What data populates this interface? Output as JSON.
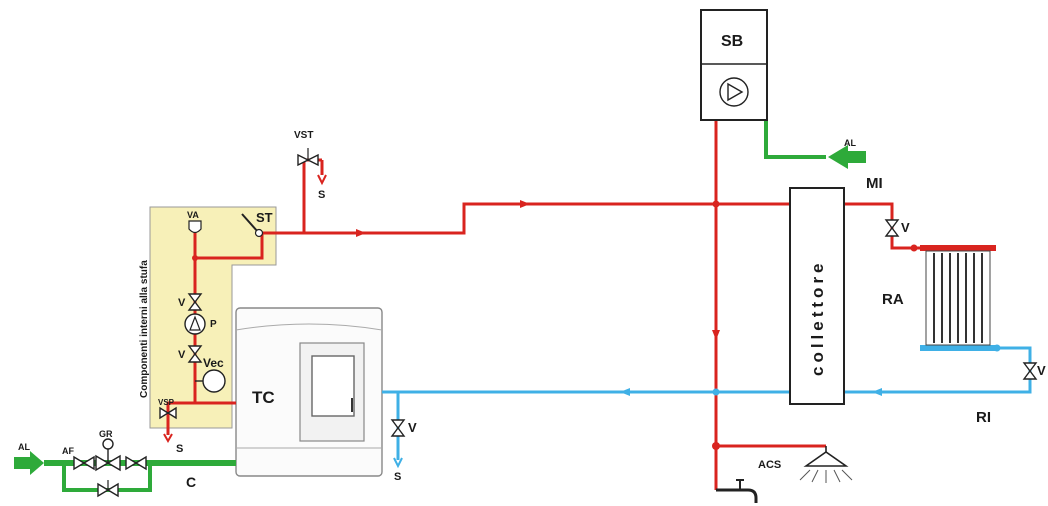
{
  "labels": {
    "sb": "SB",
    "al_top": "AL",
    "mi": "MI",
    "v_mi": "V",
    "ra": "RA",
    "v_ri": "V",
    "ri": "RI",
    "collettore": "collettore",
    "acs": "ACS",
    "vst": "VST",
    "s_vst": "S",
    "st": "ST",
    "va": "VA",
    "v_upper": "V",
    "p": "P",
    "v_lower": "V",
    "vec": "Vec",
    "vsp": "VSP",
    "s_vsp": "S",
    "components_note": "Componenti interni alla stufa",
    "tc": "TC",
    "v_tc": "V",
    "s_tc": "S",
    "al_left": "AL",
    "af": "AF",
    "gr": "GR",
    "c": "C"
  },
  "colors": {
    "hot_pipe": "#d9241f",
    "return_pipe": "#3fb0e6",
    "water_inlet": "#2eaa3a",
    "stove_panel": "#f7f0b8"
  }
}
